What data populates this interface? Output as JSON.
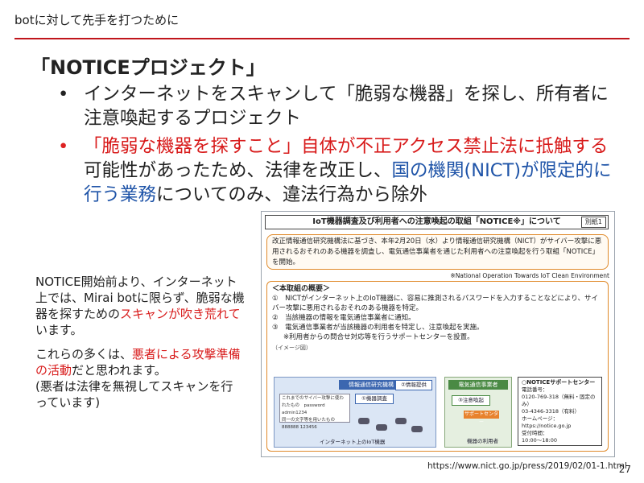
{
  "header": {
    "title": "botに対して先手を打つために",
    "accent_color": "#c0161c"
  },
  "slide": {
    "title": "「NOTICEプロジェクト」",
    "bullet_symbol": "•",
    "bullet1": "インターネットをスキャンして「脆弱な機器」を探し、所有者に注意喚起するプロジェクト",
    "bullet2": {
      "part1_red": "「脆弱な機器を探すこと」自体が不正アクセス禁止法に抵触する",
      "part2": "可能性があったため、法律を改正し、",
      "part3_blue": "国の機関(NICT)が限定的に行う業務",
      "part4": "についてのみ、違法行為から除外"
    }
  },
  "notes": {
    "p1_a": "NOTICE開始前より、インターネット上では、Mirai botに限らず、脆弱な機器を探すための",
    "p1_red": "スキャンが吹き荒れて",
    "p1_b": "います。",
    "p2_a": "これらの多くは、",
    "p2_red": "悪者による攻撃準備の活動",
    "p2_b": "だと思われます。",
    "p2_c": "(悪者は法律を無視してスキャンを行っています)"
  },
  "figure": {
    "title": "IoT機器調査及び利用者への注意喚起の取組「NOTICE※」について",
    "tag": "別紙1",
    "intro": "改正情報通信研究機構法に基づき、本年2月20日（水）より情報通信研究機構（NICT）がサイバー攻撃に悪用されるおそれのある機器を調査し、電気通信事業者を通じた利用者への注意喚起を行う取組「NOTICE」を開始。",
    "acronym": "※National Operation Towards IoT Clean Environment",
    "overview_heading": "＜本取組の概要＞",
    "item1": "①　NICTがインターネット上のIoT機器に、容易に推測されるパスワードを入力することなどにより、サイバー攻撃に悪用されるおそれのある機器を特定。",
    "item2": "②　当該機器の情報を電気通信事業者に通知。",
    "item3": "③　電気通信事業者が当該機器の利用者を特定し、注意喚起を実施。",
    "item3_note": "※利用者からの問合せ対応等を行うサポートセンターを設置。",
    "image_label": "（イメージ図）",
    "diagram": {
      "nict_label": "情報通信研究機構",
      "step1": "①機器調査",
      "step2": "②情報提供",
      "table_row1": "これまでのサイバー攻撃に使われたもの　password admin1234",
      "table_row2": "同一の文字等を用いたもの　888888 123456",
      "iot_label": "インターネット上のIoT機器",
      "operator_label": "電気通信事業者",
      "step3": "③注意喚起",
      "support_small": "サポートセンター",
      "user_label": "機器の利用者",
      "support_title": "○NOTICEサポートセンター",
      "support_phone_label": "電話番号：",
      "support_phone1": "0120-769-318（無料・固定のみ）",
      "support_phone2": "03-4346-3318（有料）",
      "support_web_label": "ホームページ：",
      "support_web": "https://notice.go.jp",
      "support_hours_label": "受付時間：",
      "support_hours": "10:00〜18:00"
    }
  },
  "footer": {
    "source_url": "https://www.nict.go.jp/press/2019/02/01-1.html",
    "page_number": "27"
  }
}
